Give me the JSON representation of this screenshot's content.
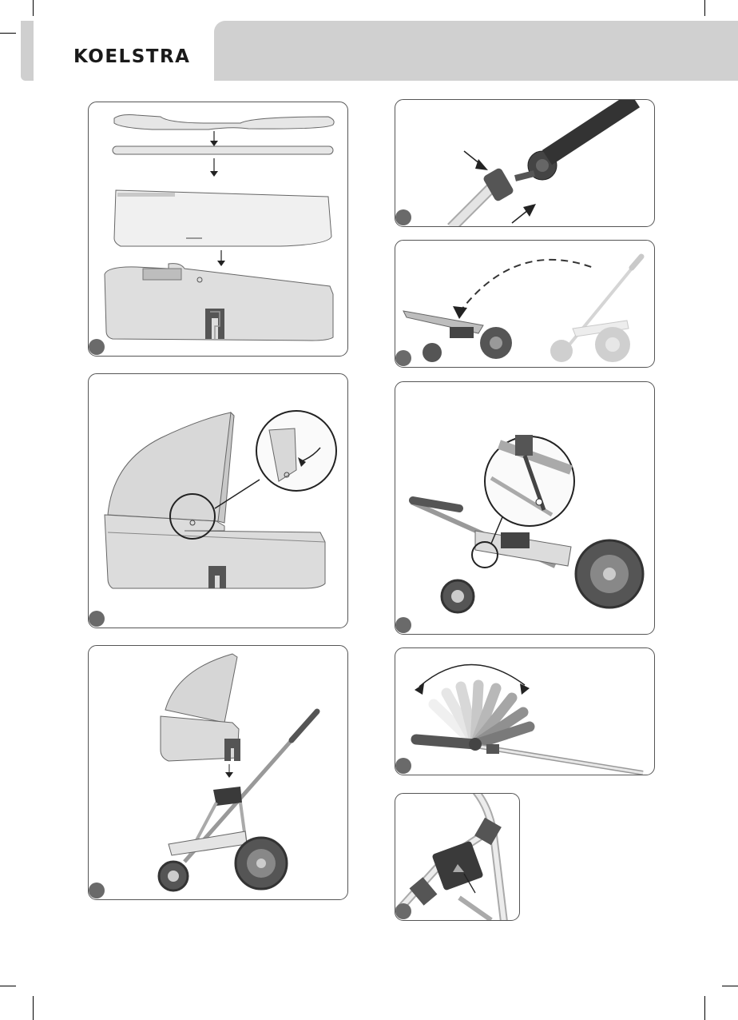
{
  "header": {
    "logo_text": "KOELSTRA"
  },
  "colors": {
    "band": "#d0d0d0",
    "panel_border": "#555555",
    "fabric": "#dcdcdc",
    "dark": "#3a3a3a",
    "badge": "#6a6a6a"
  },
  "panels": [
    {
      "id": "panel-1",
      "illustration": "carrycot-parts-exploded"
    },
    {
      "id": "panel-2",
      "illustration": "canopy-clip-detail"
    },
    {
      "id": "panel-3",
      "illustration": "carrycot-on-chassis"
    },
    {
      "id": "panel-4",
      "illustration": "frame-fold-lock"
    },
    {
      "id": "panel-5",
      "illustration": "chassis-fold"
    },
    {
      "id": "panel-6",
      "illustration": "chassis-strap-detail"
    },
    {
      "id": "panel-7",
      "illustration": "handle-adjust"
    },
    {
      "id": "panel-8",
      "illustration": "adapter-button"
    }
  ]
}
